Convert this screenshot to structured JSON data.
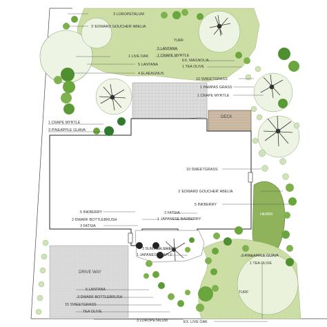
{
  "areas": {
    "deck": "DECK",
    "herbs": "HERBS",
    "drive_way": "DRIVE WAY",
    "turf_top": "TURF",
    "turf_bottom": "TURF"
  },
  "labels": [
    "3 LOROPETALUM",
    "3 'EDWARD GOUCHER' ABELIA",
    "TURF",
    "5 LANTANA",
    "1 CRAPE MYRTLE",
    "1 LIVE OAK",
    "EX. MAGNOLIA",
    "1 TEA OLIVE",
    "5 LANTANA",
    "4 ELAEAGNUS",
    "10 SWEETGRASS",
    "1 PAMPAS GRASS",
    "1 CRAPE MYRTLE",
    "1 CRAPE MYRTLE",
    "3 PINEAPPLE GUAVA",
    "10 SWEETGRASS",
    "3 'EDWARD GOUCHER' ABELIA",
    "5 INKBERRY",
    "5 INKBERRY",
    "3 FATSIA",
    "2 DWARF BOTTLEBRUSH",
    "1 JAPANESE BARBERRY",
    "3 FATSIA",
    "3 SUMMER SWEET",
    "1 JAPANESE MAPLE",
    "3 PINEAPPLE GUAVA",
    "1 TEA OLIVE",
    "5 LANTANA",
    "3 DWARF BOTTLEBRUSH",
    "15 SWEETGRASS",
    "TEA OLIVE",
    "3 LOROPETALUM",
    "EX. LIVE OAK"
  ],
  "colors": {
    "turf": "#cfe0a8",
    "turf_dot": "#b7cc8c",
    "herbs": "#8fb35a",
    "tree_canopy": "#eef4e4",
    "shrub_dark": "#4f8f2f",
    "shrub_mid": "#7fb24f",
    "shrub_light": "#cfe3b9",
    "patio": "#d8d8d8",
    "drive": "#d9d9d9",
    "deck": "#c9b7a2",
    "house_line": "#222222"
  }
}
